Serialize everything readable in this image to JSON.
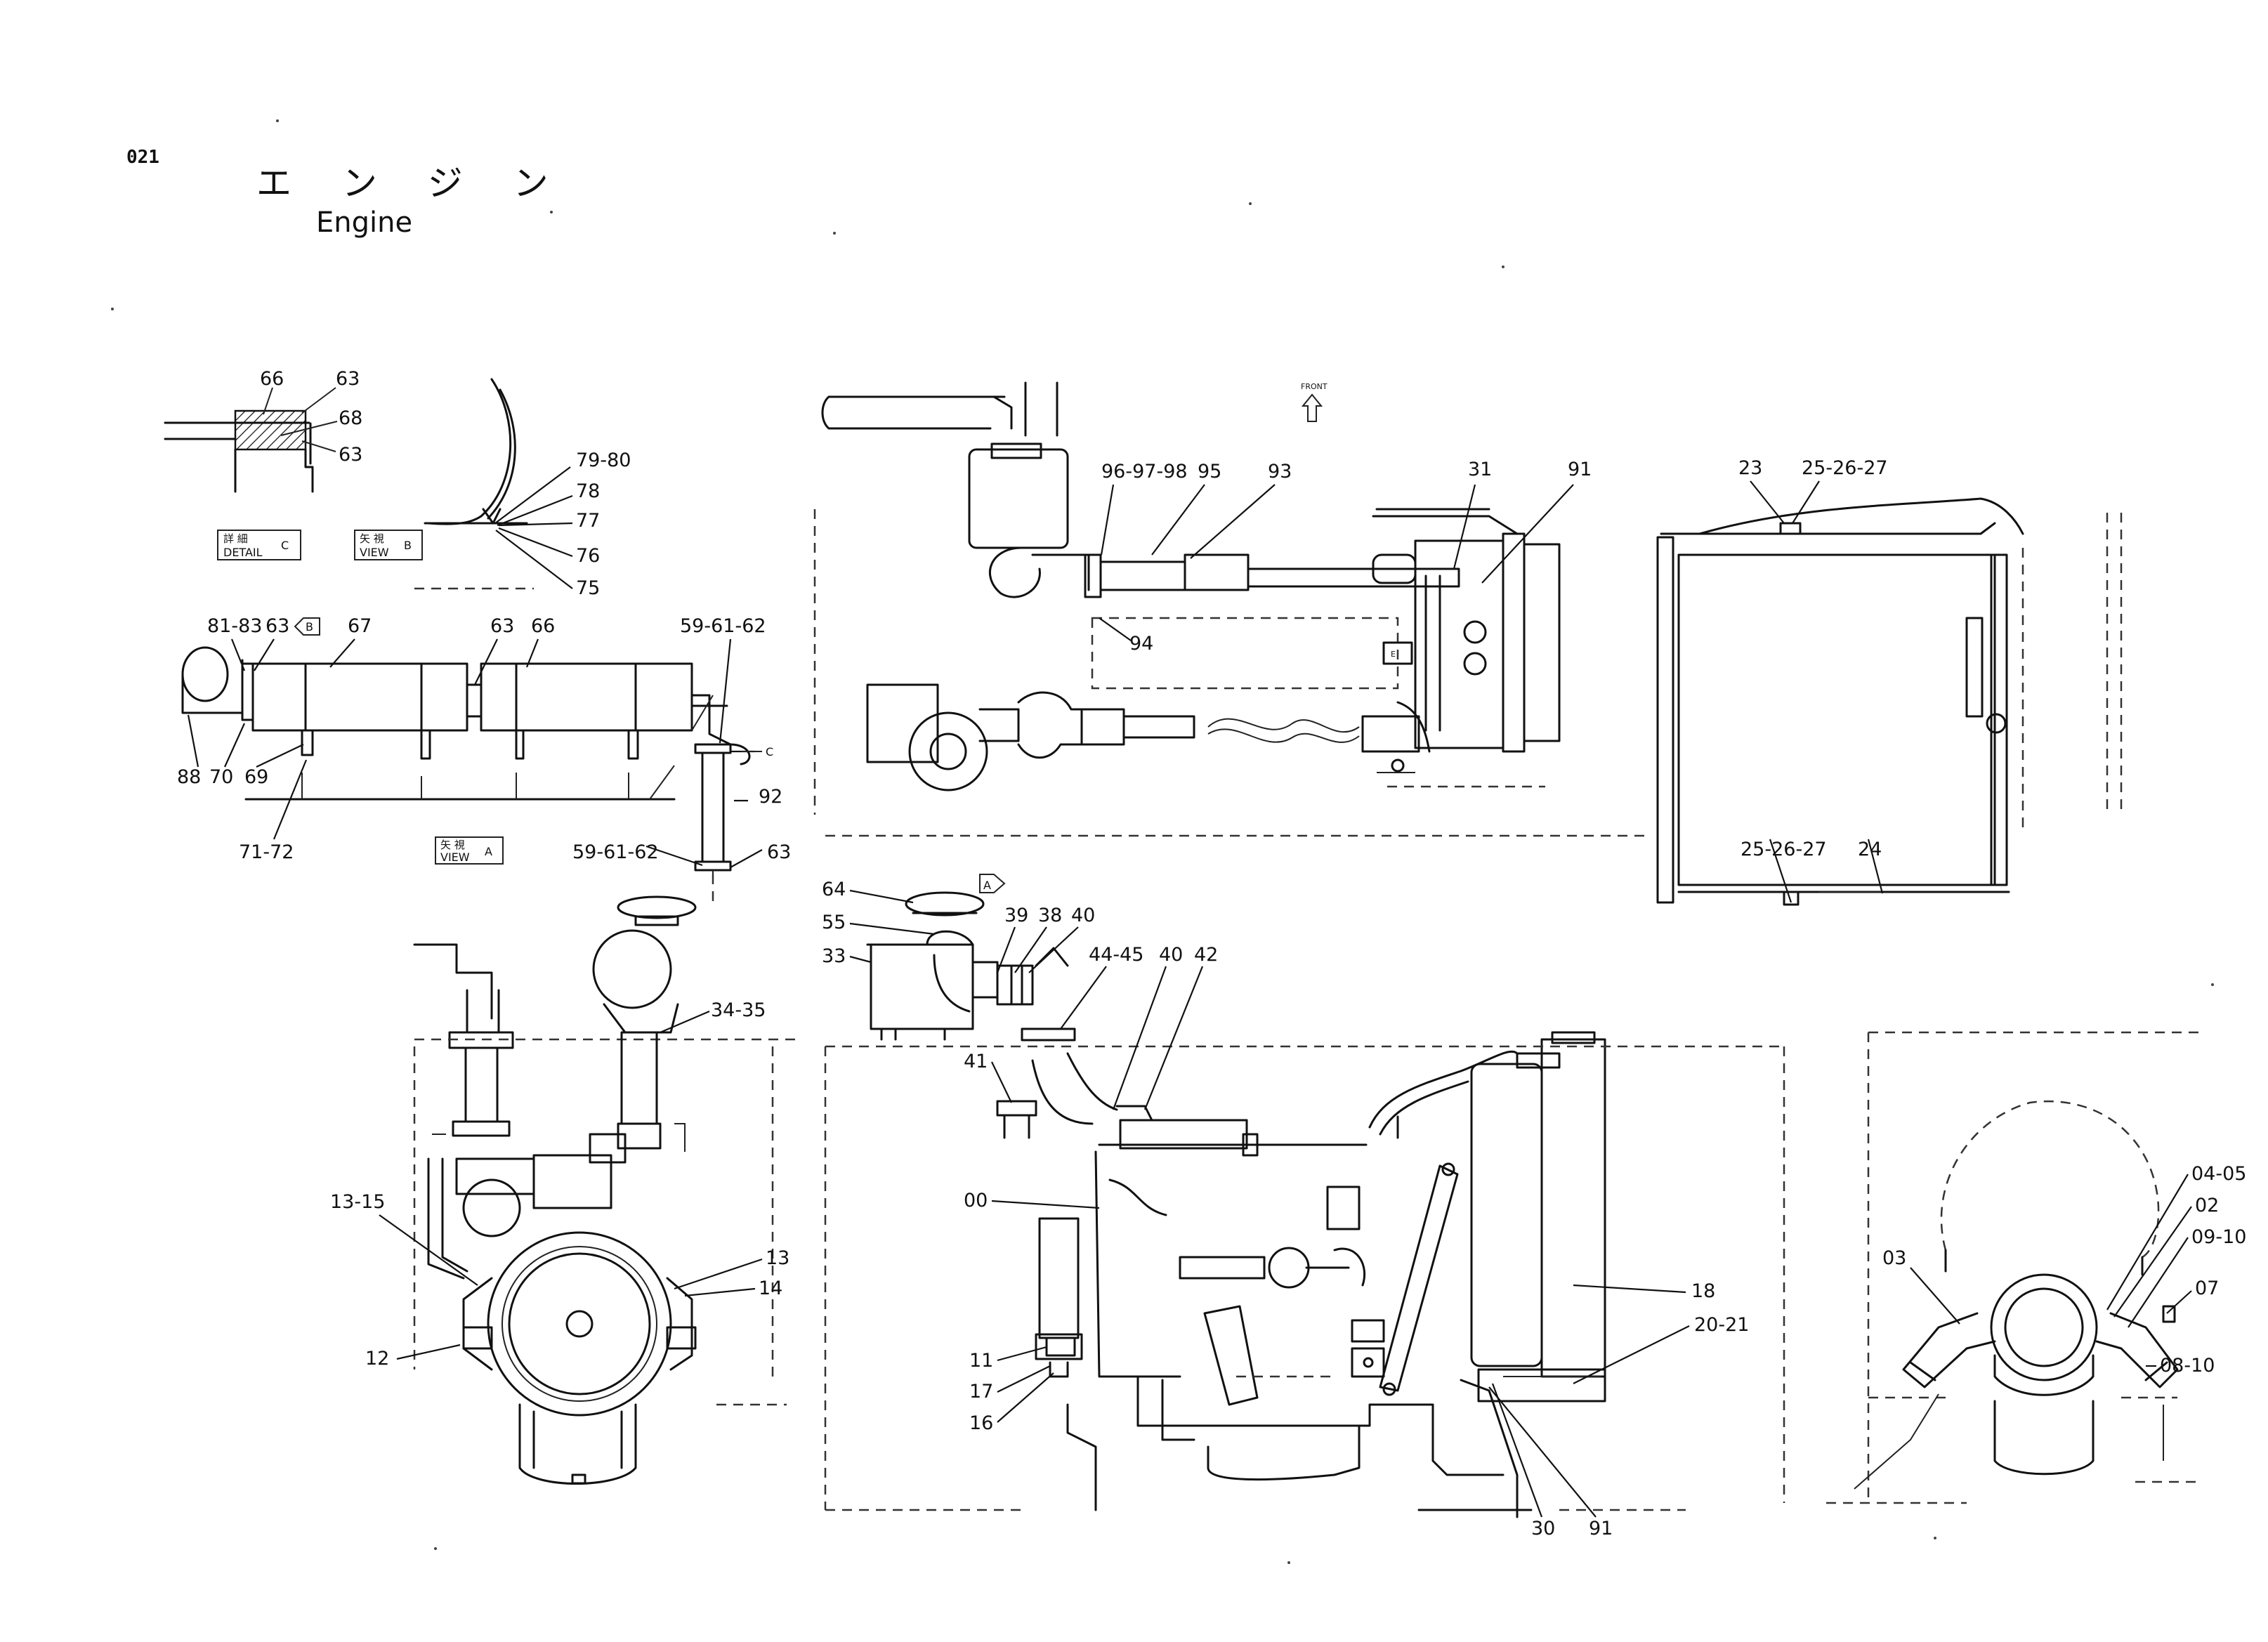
{
  "header": {
    "page_number": "021",
    "title_jp": "エ ン ジ ン",
    "title_en": "Engine"
  },
  "view_tags": {
    "detail_c": {
      "jp": "詳 細",
      "en": "DETAIL",
      "letter": "C"
    },
    "view_b": {
      "jp": "矢 視",
      "en": "VIEW",
      "letter": "B"
    },
    "view_a": {
      "jp": "矢 視",
      "en": "VIEW",
      "letter": "A"
    }
  },
  "arrows": {
    "front": "FRONT",
    "b_marker": "B",
    "a_marker": "A",
    "c_marker": "C",
    "e_marker": "E"
  },
  "callouts": {
    "c66_top": "66",
    "c63_top": "63",
    "c68": "68",
    "c63_detail": "63",
    "c79_80": "79-80",
    "c78": "78",
    "c77": "77",
    "c76": "76",
    "c75": "75",
    "c81_83": "81-83",
    "c63_left": "63",
    "c67": "67",
    "c63_mid": "63",
    "c66_mid": "66",
    "c59_61_62_top": "59-61-62",
    "c88": "88",
    "c70": "70",
    "c69": "69",
    "c71_72": "71-72",
    "c92": "92",
    "c59_61_62_bot": "59-61-62",
    "c63_bot": "63",
    "c96_97_98": "96-97-98",
    "c95": "95",
    "c93": "93",
    "c94": "94",
    "c31": "31",
    "c91_top": "91",
    "c23": "23",
    "c25_26_27_top": "25-26-27",
    "c25_26_27_bot": "25-26-27",
    "c24": "24",
    "c34_35": "34-35",
    "c13_15": "13-15",
    "c13": "13",
    "c14": "14",
    "c12": "12",
    "c64": "64",
    "c55": "55",
    "c33": "33",
    "c39": "39",
    "c38": "38",
    "c40_a": "40",
    "c44_45": "44-45",
    "c40_b": "40",
    "c42": "42",
    "c41": "41",
    "c00": "00",
    "c11": "11",
    "c17": "17",
    "c16": "16",
    "c18": "18",
    "c20_21": "20-21",
    "c30": "30",
    "c91_bot": "91",
    "c04_05": "04-05",
    "c02": "02",
    "c09_10": "09-10",
    "c03": "03",
    "c07": "07",
    "c08_10": "08-10"
  }
}
